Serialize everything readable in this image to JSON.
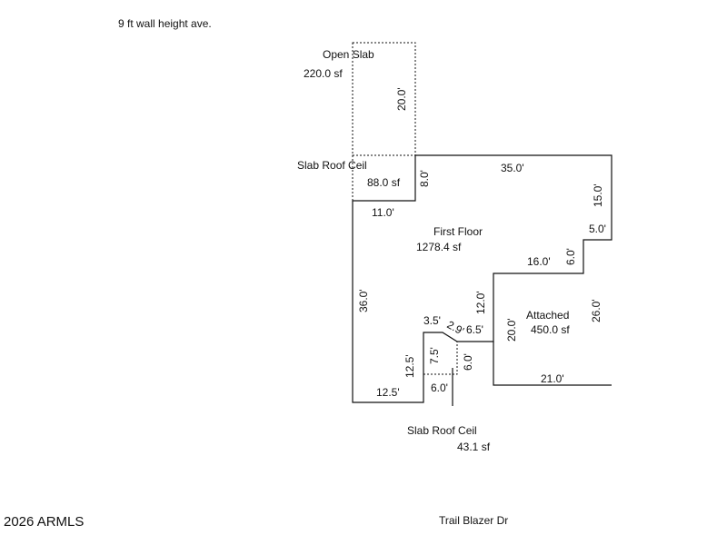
{
  "header": {
    "wall_height_note": "9 ft wall height ave."
  },
  "areas": {
    "open_slab": {
      "label": "Open Slab",
      "area": "220.0 sf"
    },
    "slab_roof_ceil_top": {
      "label": "Slab Roof Ceil",
      "area": "88.0 sf"
    },
    "first_floor": {
      "label": "First Floor",
      "area": "1278.4 sf"
    },
    "attached": {
      "label": "Attached",
      "area": "450.0 sf"
    },
    "slab_roof_ceil_bottom": {
      "label": "Slab Roof Ceil",
      "area": "43.1 sf"
    }
  },
  "dimensions": {
    "open_slab_height": "20.0'",
    "slab_ceil_height": "8.0'",
    "top_width": "35.0'",
    "right_upper": "15.0'",
    "right_step": "5.0'",
    "step_height": "6.0'",
    "step_width": "16.0'",
    "left_width": "11.0'",
    "left_height": "36.0'",
    "inner_vertical": "12.0'",
    "attached_left": "20.0'",
    "attached_right": "26.0'",
    "attached_bottom": "21.0'",
    "notch_top": "3.5'",
    "notch_diagonal": "2.9'",
    "notch_right": "6.5'",
    "notch_inner_left": "7.5'",
    "notch_inner_right": "6.0'",
    "notch_outer_left": "12.5'",
    "bottom_left": "12.5'",
    "notch_bottom": "6.0'"
  },
  "footer": {
    "copyright": "2026 ARMLS",
    "street": "Trail Blazer Dr"
  }
}
